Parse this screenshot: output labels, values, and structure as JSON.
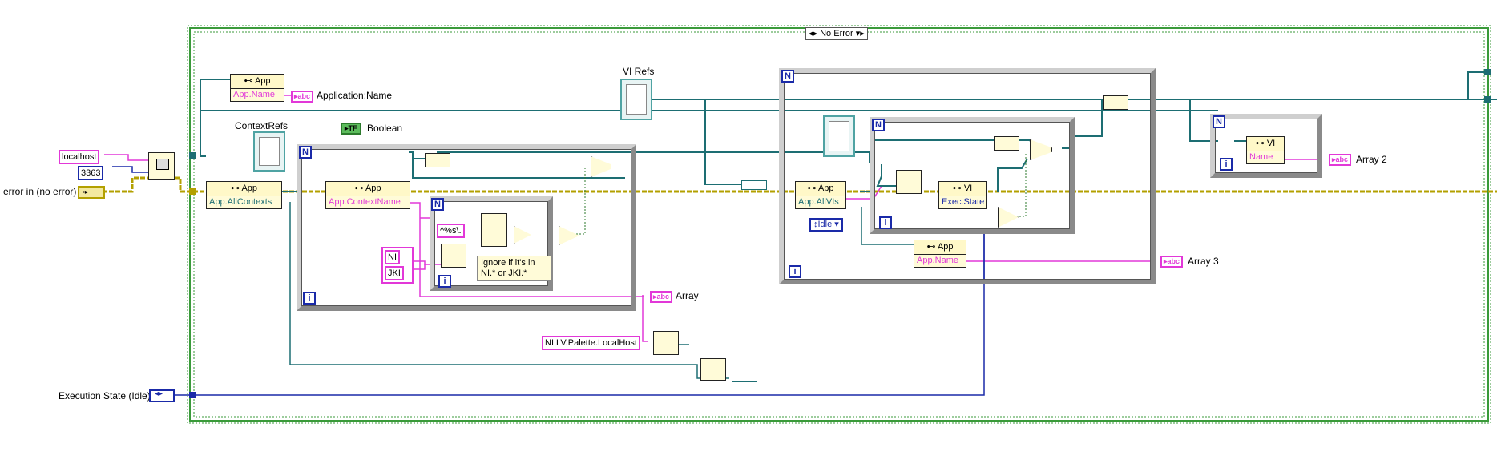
{
  "diagram": {
    "case_selector": "No Error",
    "controls": {
      "hostname": "localhost",
      "port": "3363",
      "error_in": "error in (no error)",
      "execution_state": "Execution State (Idle)"
    },
    "labels": {
      "vi_refs": "VI Refs",
      "context_refs": "ContextRefs",
      "boolean": "Boolean",
      "application_name": "Application:Name",
      "array": "Array",
      "array2": "Array 2",
      "array3": "Array 3"
    },
    "nodes": {
      "app1_class": "App",
      "app1_prop": "App.Name",
      "app2_class": "App",
      "app2_prop": "App.AllContexts",
      "app3_class": "App",
      "app3_prop": "App.ContextName",
      "app4_class": "App",
      "app4_prop": "App.AllVIs",
      "vi1_class": "VI",
      "vi1_prop": "Exec.State",
      "app5_class": "App",
      "app5_prop": "App.Name",
      "vi2_class": "VI",
      "vi2_prop": "Name"
    },
    "constants": {
      "regex": "^%s\\.",
      "ni": "NI",
      "jki": "JKI",
      "palette": "NI.LV.Palette.LocalHost",
      "idle": "Idle",
      "comment": "Ignore if it's in NI.* or JKI.*"
    },
    "indicator_tag": "abc",
    "bool_tag": "TF",
    "loop_count": "N",
    "loop_iter": "i",
    "colors": {
      "string_wire": "#e238d8",
      "ref_wire": "#1d6e73",
      "int_wire": "#1a2aa8",
      "error_wire": "#b3a000",
      "bool_wire": "#2c7a2c",
      "case_frame": "#3a9a3a"
    }
  }
}
